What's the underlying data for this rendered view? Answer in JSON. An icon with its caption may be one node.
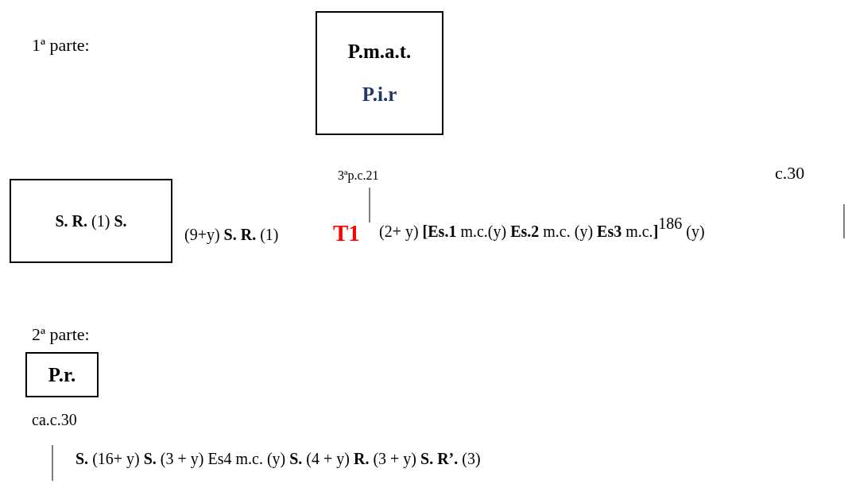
{
  "diagram": {
    "nodes": [
      {
        "text": [
          "P.m.a.t.",
          "P.i.r"
        ]
      },
      {
        "text": [
          "**S. R.** (1)  **S.**"
        ]
      },
      {
        "text": [
          "P.r."
        ]
      }
    ],
    "labels": [
      "1ª parte:",
      "3ªp.c.21",
      "c.30",
      "(9+y)  **S. R.** (1)",
      "T1",
      "(2+ y)  **[Es.1** m.c.(y) **Es.2** m.c. (y) **Es3** m.c.**]**$^{186}$ (y)",
      "2ª parte:",
      "ca.c.30",
      "**S.** (16+ y)  **S.** (3 + y) Es4 m.c. (y) **S.** (4 + y) **R.** (3 + y) **S. R’.**  (3)"
    ]
  }
}
